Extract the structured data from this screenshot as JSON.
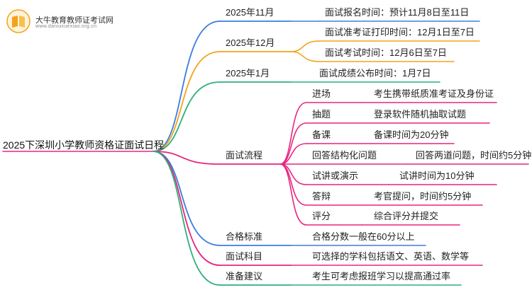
{
  "logo": {
    "title": "大牛教育教师证考试网",
    "subtitle": "www.daniuxuexiao.org.cn",
    "icon": "book-icon",
    "accent": "#f5a21a"
  },
  "root": "2025下深圳小学教师资格证面试日程",
  "colors": {
    "blue": "#3b7ddd",
    "orange": "#f2a31b",
    "green": "#2cb07a",
    "pink": "#e8257f"
  },
  "branches": [
    {
      "label": "2025年11月",
      "color": "blue",
      "children": [
        "面试报名时间：预计11月8日至11日"
      ]
    },
    {
      "label": "2025年12月",
      "color": "orange",
      "children": [
        "面试准考证打印时间：12月1日至7日",
        "面试考试时间：12月6日至7日"
      ]
    },
    {
      "label": "2025年1月",
      "color": "green",
      "children": [
        "面试成绩公布时间：1月7日"
      ]
    },
    {
      "label": "面试流程",
      "color": "pink",
      "children": [
        {
          "label": "进场",
          "detail": "考生携带纸质准考证及身份证"
        },
        {
          "label": "抽题",
          "detail": "登录软件随机抽取试题"
        },
        {
          "label": "备课",
          "detail": "备课时间为20分钟"
        },
        {
          "label": "回答结构化问题",
          "detail": "回答两道问题，时间约5分钟"
        },
        {
          "label": "试讲或演示",
          "detail": "试讲时间为10分钟"
        },
        {
          "label": "答辩",
          "detail": "考官提问，时间约5分钟"
        },
        {
          "label": "评分",
          "detail": "综合评分并提交"
        }
      ]
    },
    {
      "label": "合格标准",
      "color": "blue",
      "children": [
        "合格分数一般在60分以上"
      ]
    },
    {
      "label": "面试科目",
      "color": "pink",
      "children": [
        "可选择的学科包括语文、英语、数学等"
      ]
    },
    {
      "label": "准备建议",
      "color": "green",
      "children": [
        "考生可考虑报班学习以提高通过率"
      ]
    }
  ]
}
